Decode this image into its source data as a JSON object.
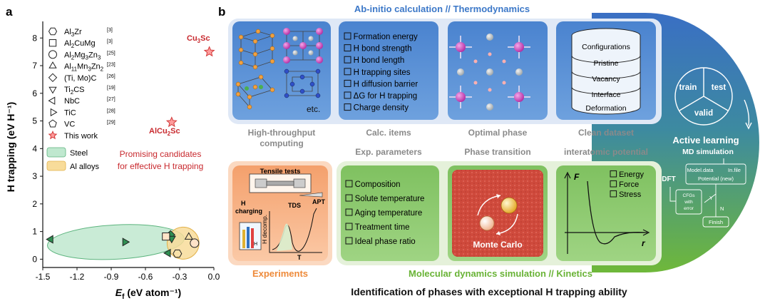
{
  "panel_a": {
    "letter": "a",
    "ylabel": "H trapping (eV H⁻¹)",
    "xlabel": "E",
    "xlabel_sub": "f",
    "xlabel_unit": " (eV atom⁻¹)",
    "annotation_line1": "Promising candidates",
    "annotation_line2": "for effective H trapping",
    "label_cu3sc": "Cu",
    "label_cu3sc_sub": "3",
    "label_cu3sc_end": "Sc",
    "label_alcu2sc": "AlCu",
    "label_alcu2sc_sub": "2",
    "label_alcu2sc_end": "Sc",
    "legend": [
      {
        "main": "Al",
        "sub": "3",
        "rest": "Zr",
        "ref": "[3]",
        "marker": "hexagon"
      },
      {
        "main": "Al",
        "sub": "2",
        "rest": "CuMg",
        "ref": "[3]",
        "marker": "square"
      },
      {
        "main": "Al",
        "sub": "2",
        "rest": "Mg",
        "sub2": "3",
        "rest2": "Zn",
        "sub3": "3",
        "ref": "[25]",
        "marker": "circle"
      },
      {
        "main": "Al",
        "sub": "11",
        "rest": "Mn",
        "sub2": "3",
        "rest2": "Zn",
        "sub3": "2",
        "ref": "[23]",
        "marker": "triangle-up"
      },
      {
        "main": "(Ti, Mo)C",
        "ref": "[26]",
        "marker": "diamond"
      },
      {
        "main": "Ti",
        "sub": "2",
        "rest": "CS",
        "ref": "[19]",
        "marker": "triangle-down"
      },
      {
        "main": "NbC",
        "ref": "[27]",
        "marker": "triangle-left"
      },
      {
        "main": "TiC",
        "ref": "[28]",
        "marker": "triangle-right"
      },
      {
        "main": "VC",
        "ref": "[29]",
        "marker": "pentagon"
      },
      {
        "main": "This work",
        "ref": "",
        "marker": "star"
      }
    ],
    "region_legend": [
      {
        "label": "Steel",
        "color": "#bfe8cf"
      },
      {
        "label": "Al alloys",
        "color": "#f8dc9a"
      }
    ]
  },
  "chart_data": {
    "type": "scatter",
    "xlabel": "Ef (eV atom-1)",
    "ylabel": "H trapping (eV H-1)",
    "xlim": [
      -1.5,
      0.0
    ],
    "ylim": [
      -0.3,
      8.6
    ],
    "xticks": [
      "-1.5",
      "-1.2",
      "-0.9",
      "-0.6",
      "-0.3",
      "0.0"
    ],
    "yticks": [
      "0",
      "1",
      "2",
      "3",
      "4",
      "5",
      "6",
      "7",
      "8"
    ],
    "points": [
      {
        "x": -1.43,
        "y": 0.72,
        "marker": "triangle-left",
        "fill": "#2f8f52"
      },
      {
        "x": -0.78,
        "y": 0.62,
        "marker": "triangle-right",
        "fill": "#2f8f52"
      },
      {
        "x": -0.4,
        "y": 0.22,
        "marker": "triangle-left",
        "fill": "#2f8f52"
      },
      {
        "x": -0.38,
        "y": 0.88,
        "marker": "diamond",
        "fill": "#2f8f52"
      },
      {
        "x": -0.37,
        "y": 0.75,
        "marker": "triangle-down",
        "fill": "#2f8f52"
      },
      {
        "x": -0.42,
        "y": 0.82,
        "marker": "square",
        "fill": "#ffe3c8"
      },
      {
        "x": -0.32,
        "y": 0.2,
        "marker": "hexagon",
        "fill": "none"
      },
      {
        "x": -0.22,
        "y": 0.8,
        "marker": "triangle-up",
        "fill": "none"
      },
      {
        "x": -0.17,
        "y": 0.58,
        "marker": "circle",
        "fill": "#ffe3c8"
      },
      {
        "x": -0.37,
        "y": 4.95,
        "marker": "star",
        "fill": "#ff9c9c"
      },
      {
        "x": -0.04,
        "y": 7.5,
        "marker": "star",
        "fill": "#ff9c9c"
      }
    ],
    "grid": false
  },
  "panel_b": {
    "letter": "b",
    "top_title": "Ab-initio calculation // Thermodynamics",
    "bottom_title": "Molecular dynamics simulation // Kinetics",
    "main_title": "Identification of phases with exceptional H trapping ability",
    "row1_captions": [
      "High-throughput",
      "computing",
      "Calc. items",
      "Optimal phase",
      "Clean dataset"
    ],
    "row2_captions": [
      "Exp. parameters",
      "Phase transition",
      "interatomic potential"
    ],
    "etc": "etc.",
    "calc_items": [
      "Formation energy",
      "H bond strength",
      "H bond length",
      "H trapping sites",
      "H diffusion barrier",
      "ΔG for H trapping",
      "Charge density"
    ],
    "dataset": {
      "top": "Configurations",
      "layers": [
        "Pristine",
        "Vacancy",
        "Interface",
        "Deformation"
      ]
    },
    "experiments": {
      "title": "Experiments",
      "tensile": "Tensile tests",
      "charging1": "H",
      "charging2": "charging",
      "tds": "TDS",
      "apt": "APT",
      "ylabel": "H decomp.",
      "xlabel": "T",
      "h_label": "H"
    },
    "exp_params": [
      "Composition",
      "Solute temperature",
      "Aging temperature",
      "Treatment time",
      "Ideal phase ratio"
    ],
    "monte_carlo": "Monte Carlo",
    "potential": {
      "f_label": "F",
      "r_label": "r",
      "items": [
        "Energy",
        "Force",
        "Stress"
      ]
    },
    "active": {
      "title": "Active learning",
      "md": "MD simulation",
      "train": "train",
      "test": "test",
      "valid": "valid",
      "dft": "DFT",
      "model_data": "Model.data",
      "in_file": "In.file",
      "potential_new": "Potential (new)",
      "cfgs1": "CFGs",
      "cfgs2": "with",
      "cfgs3": "error",
      "y": "Y",
      "n": "N",
      "finish": "Finish"
    }
  },
  "colors": {
    "blue_title": "#3c78c8",
    "green_title": "#69b336",
    "orange_title": "#ee8a3a",
    "red_text": "#c8292e",
    "blue_card": "#5c92d6",
    "green_card": "#8cc96f",
    "orange_card": "#f7b487"
  }
}
